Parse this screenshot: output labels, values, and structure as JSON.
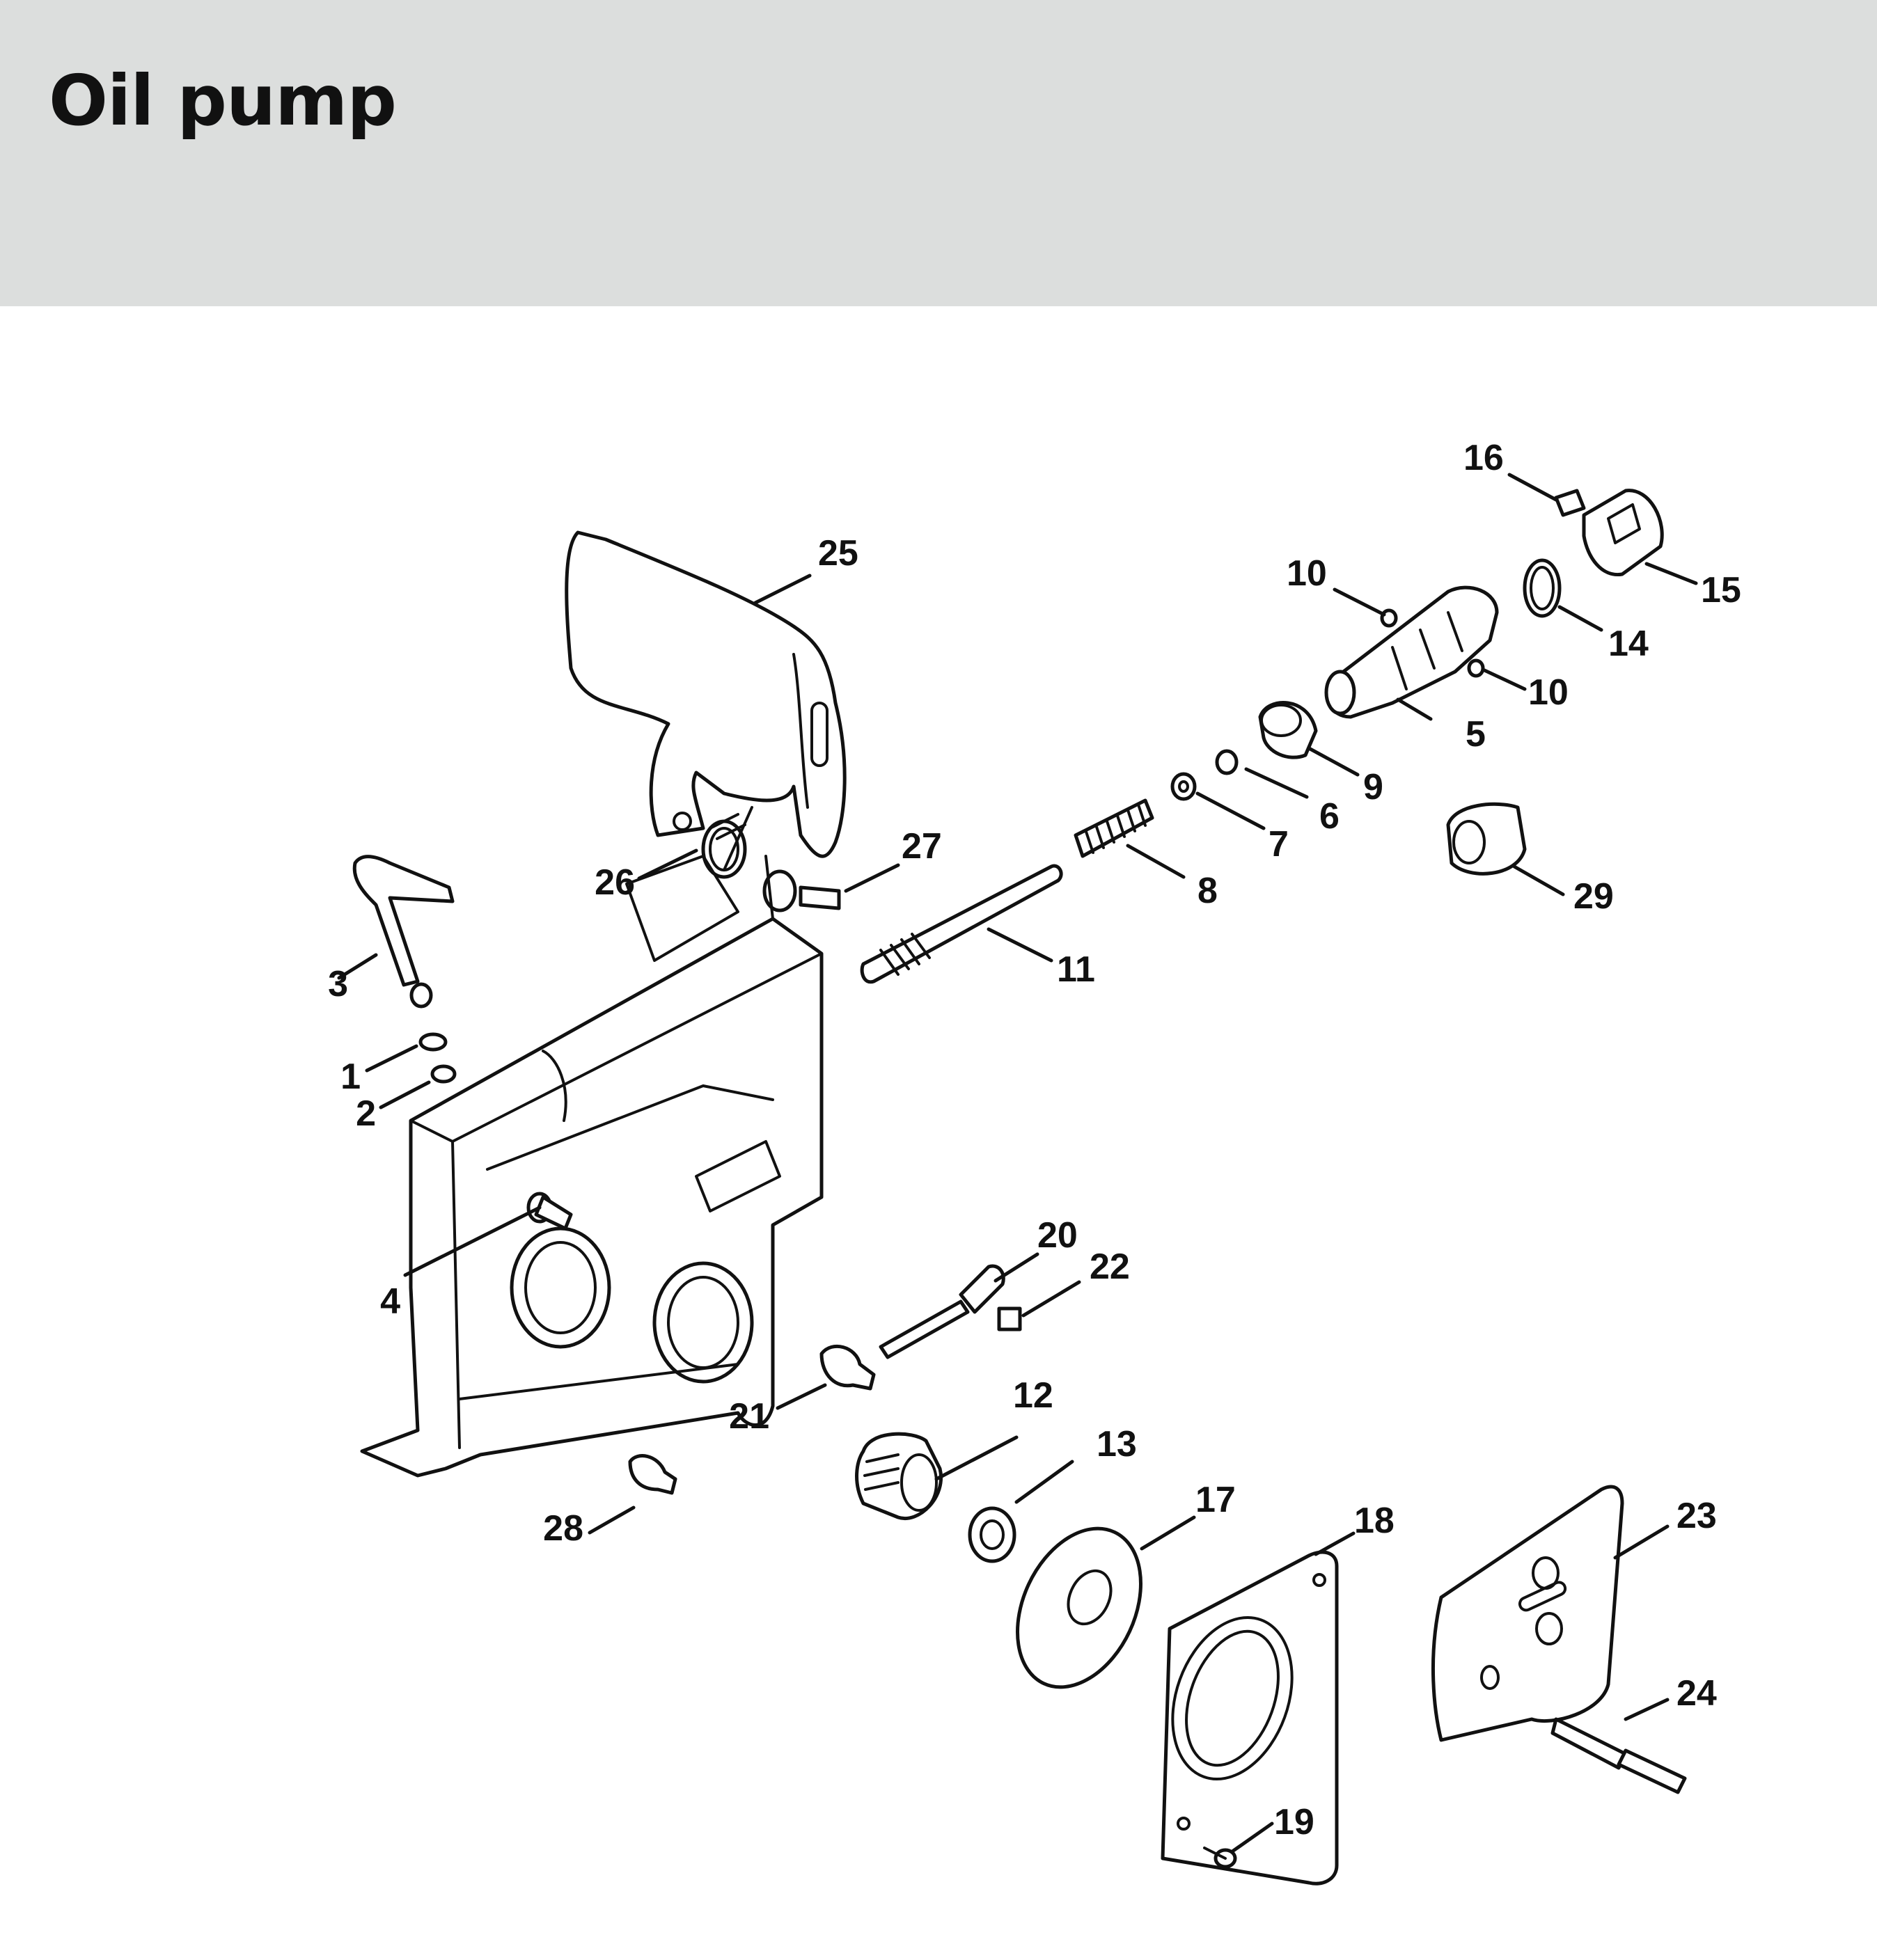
{
  "page": {
    "title": "Oil pump"
  },
  "colors": {
    "header_bg": "#dcdedd",
    "ink": "#111111",
    "paper": "#ffffff"
  },
  "parts": [
    {
      "number": "1",
      "description_shown": false
    },
    {
      "number": "2",
      "description_shown": false
    },
    {
      "number": "3",
      "description_shown": false
    },
    {
      "number": "4",
      "description_shown": false
    },
    {
      "number": "5",
      "description_shown": false
    },
    {
      "number": "6",
      "description_shown": false
    },
    {
      "number": "7",
      "description_shown": false
    },
    {
      "number": "8",
      "description_shown": false
    },
    {
      "number": "9",
      "description_shown": false
    },
    {
      "number": "10",
      "description_shown": false
    },
    {
      "number": "10",
      "description_shown": false
    },
    {
      "number": "11",
      "description_shown": false
    },
    {
      "number": "12",
      "description_shown": false
    },
    {
      "number": "13",
      "description_shown": false
    },
    {
      "number": "14",
      "description_shown": false
    },
    {
      "number": "15",
      "description_shown": false
    },
    {
      "number": "16",
      "description_shown": false
    },
    {
      "number": "17",
      "description_shown": false
    },
    {
      "number": "18",
      "description_shown": false
    },
    {
      "number": "19",
      "description_shown": false
    },
    {
      "number": "20",
      "description_shown": false
    },
    {
      "number": "21",
      "description_shown": false
    },
    {
      "number": "22",
      "description_shown": false
    },
    {
      "number": "23",
      "description_shown": false
    },
    {
      "number": "24",
      "description_shown": false
    },
    {
      "number": "25",
      "description_shown": false
    },
    {
      "number": "26",
      "description_shown": false
    },
    {
      "number": "27",
      "description_shown": false
    },
    {
      "number": "28",
      "description_shown": false
    },
    {
      "number": "29",
      "description_shown": false
    }
  ]
}
